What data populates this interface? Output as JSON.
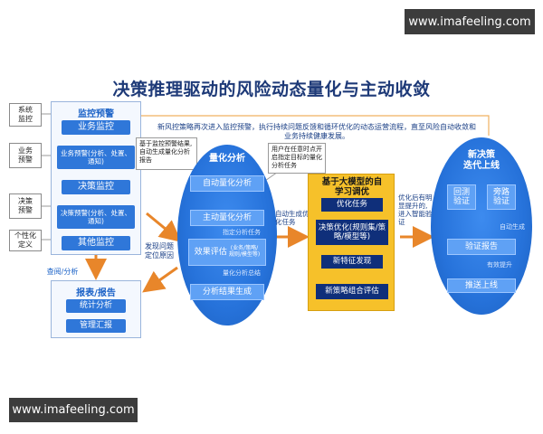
{
  "watermarks": {
    "top": "www.imafeeling.com",
    "bottom": "www.imafeeling.com"
  },
  "title": "决策推理驱动的风险动态量化与主动收敛",
  "description_lines": [
    "新风控策略再次进入监控预警，执行持续问题反馈和循环优化的动态运营流程，直至风险自动收敛和",
    "业务持续健康发展。"
  ],
  "side_tags": [
    "系统\n监控",
    "业务\n预警",
    "决策\n预警",
    "个性化\n定义"
  ],
  "monitor_panel": {
    "title": "监控预警",
    "items": [
      "业务监控",
      "业务预警(分析、处置、\n通知)",
      "决策监控",
      "决策预警(分析、处置、\n通知)",
      "其他监控"
    ]
  },
  "query_label": "查阅/分析",
  "report_panel": {
    "title": "报表/报告",
    "items": [
      "统计分析",
      "管理汇报"
    ]
  },
  "callout_left": "基于监控预警结果,\n自动生成量化分析\n报告",
  "find_label": "发现问题\n定位原因",
  "analysis_ellipse": {
    "title": "量化分析",
    "items": [
      "自动量化分析",
      "主动量化分析",
      "效果评估",
      "分析结果生成"
    ],
    "effect_sub": "(业务/策略/\n规则/模型等)",
    "notes": [
      "指定分析任务",
      "量化分析总结"
    ]
  },
  "callout_mid": "用户在任意时点开\n启指定目标的量化\n分析任务",
  "auto_label": "自动生成优\n化任务",
  "learning_box": {
    "title": "基于大模型的自\n学习调优",
    "items": [
      "优化任务",
      "决策优化(规则集/策\n略/模型等)",
      "新特征发现",
      "新策略组合评估"
    ]
  },
  "verify_label": "优化后有明\n显提升的,\n进入智能验\n证",
  "iteration_ellipse": {
    "title": "新决策\n迭代上线",
    "items": [
      "回测\n验证",
      "旁路\n验证",
      "验证报告",
      "推送上线"
    ],
    "notes": [
      "自动生成",
      "有效提升"
    ]
  }
}
